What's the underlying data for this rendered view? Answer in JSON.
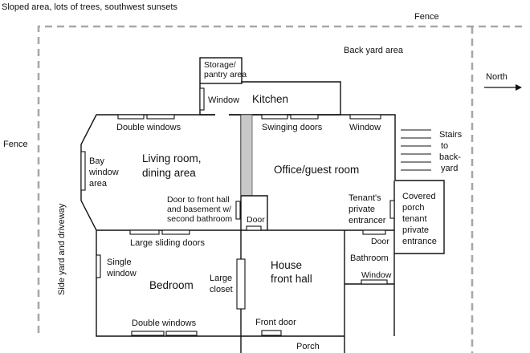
{
  "top_note": "Sloped area, lots of trees, southwest sunsets",
  "fence_top": "Fence",
  "fence_left": "Fence",
  "back_yard": "Back yard area",
  "north": "North",
  "side_yard": "Side yard and driveway",
  "storage": [
    "Storage/",
    "pantry area"
  ],
  "kitchen_window": "Window",
  "kitchen": "Kitchen",
  "double_windows_top": "Double windows",
  "swinging_doors": "Swinging doors",
  "office_window": "Window",
  "stairs": [
    "Stairs",
    "to",
    "back-",
    "yard"
  ],
  "bay_window": [
    "Bay",
    "window",
    "area"
  ],
  "living_room": [
    "Living room,",
    "dining area"
  ],
  "office": "Office/guest room",
  "door_to_front_hall": [
    "Door to front hall",
    "and basement w/",
    "second bathroom"
  ],
  "door_small": "Door",
  "tenant_entrance": [
    "Tenant's",
    "private",
    "entrancer"
  ],
  "covered_porch": [
    "Covered",
    "porch",
    "tenant",
    "private",
    "entrance"
  ],
  "large_sliding_doors": "Large sliding doors",
  "bathroom_door": "Door",
  "single_window": [
    "Single",
    "window"
  ],
  "bathroom": "Bathroom",
  "bathroom_window": "Window",
  "bedroom": "Bedroom",
  "large_closet": [
    "Large",
    "closet"
  ],
  "house_front_hall": [
    "House",
    "front hall"
  ],
  "double_windows_bottom": "Double windows",
  "front_door": "Front door",
  "porch": "Porch"
}
